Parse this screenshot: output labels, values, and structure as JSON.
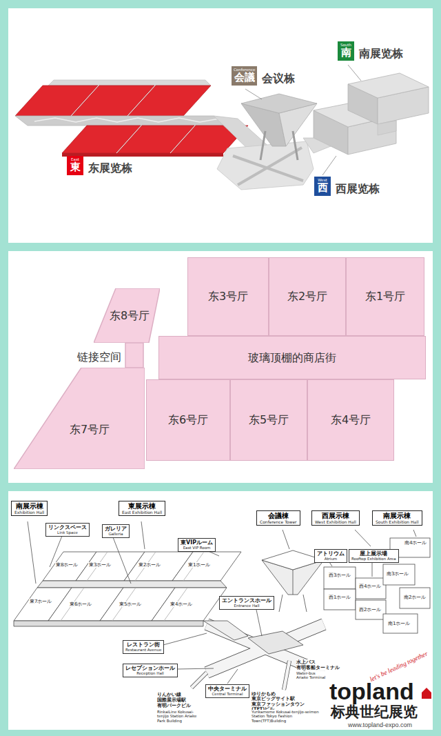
{
  "diagram": {
    "nodes": [
      {
        "text": [
          "East",
          "東",
          "东展览栋"
        ]
      },
      {
        "text": [
          "Conference",
          "会議",
          "会议栋"
        ]
      },
      {
        "text": [
          "South",
          "南",
          "南展览栋"
        ]
      },
      {
        "text": [
          "West",
          "西",
          "西展览栋"
        ]
      },
      {
        "text": [
          "东8号厅"
        ]
      },
      {
        "text": [
          "东7号厅"
        ]
      },
      {
        "text": [
          "东3号厅"
        ]
      },
      {
        "text": [
          "东2号厅"
        ]
      },
      {
        "text": [
          "东1号厅"
        ]
      },
      {
        "text": [
          "玻璃顶棚的商店街"
        ]
      },
      {
        "text": [
          "东6号厅"
        ]
      },
      {
        "text": [
          "东5号厅"
        ]
      },
      {
        "text": [
          "东4号厅"
        ]
      },
      {
        "text": [
          "南展示棟",
          "Exhibition Hall"
        ]
      },
      {
        "text": [
          "東展示棟",
          "East Exhibition Hall"
        ]
      },
      {
        "text": [
          "会議棟",
          "Conference Tower"
        ]
      },
      {
        "text": [
          "西展示棟",
          "West Exhibition Hall"
        ]
      },
      {
        "text": [
          "南展示棟",
          "South Exhibition Hall"
        ]
      },
      {
        "text": [
          "リンクスペース",
          "Link Space"
        ]
      },
      {
        "text": [
          "ガレリア",
          "Galleria"
        ]
      },
      {
        "text": [
          "東VIPルーム",
          "East VIP Room"
        ]
      },
      {
        "text": [
          "エントランスホール",
          "Entrance Hall"
        ]
      },
      {
        "text": [
          "アトリウム",
          "Atrium"
        ]
      },
      {
        "text": [
          "屋上展示場",
          "Rooftop Exhibition Area"
        ]
      },
      {
        "text": [
          "レストラン街",
          "Restaurant Avenue"
        ]
      },
      {
        "text": [
          "レセプションホール",
          "Reception Hall"
        ]
      },
      {
        "text": [
          "中央ターミナル",
          "Central Terminal"
        ]
      }
    ],
    "labels": [
      "链接空间",
      "東7ホール",
      "東8ホール",
      "東3ホール",
      "東2ホール",
      "東1ホール",
      "東6ホール",
      "東5ホール",
      "東4ホール",
      "西1ホール",
      "西3ホール",
      "西2ホール",
      "西4ホール",
      "南4ホール",
      "南3ホール",
      "南2ホール",
      "南1ホール",
      "りんかい線 国際展示場駅 有明パークビル",
      "RinkaiLine Kokusai-tenjijo Station Ariake Park Building",
      "ゆりかもめ 東京ビッグサイト駅 東京ファッションタウン(TFT)ビル",
      "Yurikamome Kokusai-tenjijo-seimon Station Tokyo Fashion Town(TFT)Building",
      "水上バス 有明客船ターミナル",
      "Water-bus Ariake Terminal",
      "let's be leading together",
      "topland",
      "标典世纪展览",
      "www.topland-expo.com"
    ]
  }
}
